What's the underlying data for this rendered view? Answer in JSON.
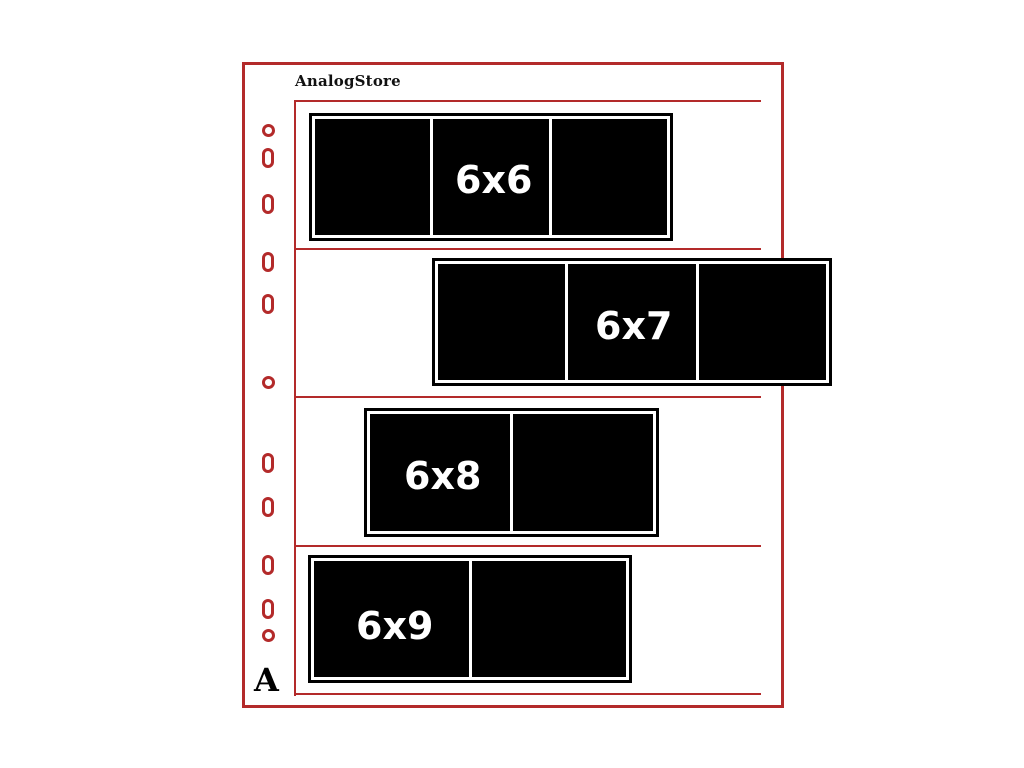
{
  "brand": "AnalogStore",
  "corner_letter": "A",
  "accent_color": "#b32a2a",
  "strips": [
    {
      "label": "6x6",
      "frames": 3
    },
    {
      "label": "6x7",
      "frames": 3
    },
    {
      "label": "6x8",
      "frames": 2
    },
    {
      "label": "6x9",
      "frames": 2
    }
  ]
}
